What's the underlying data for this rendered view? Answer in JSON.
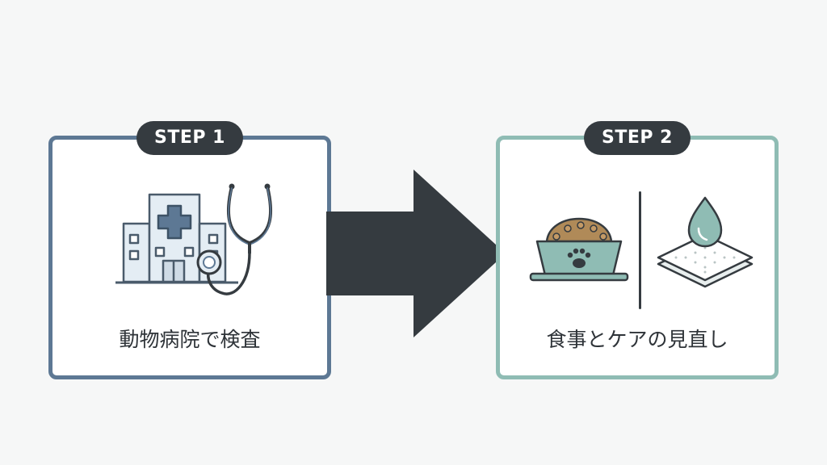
{
  "steps": [
    {
      "badge": "STEP 1",
      "caption": "動物病院で検査",
      "icons": [
        "hospital-icon",
        "stethoscope-icon"
      ],
      "accent": "#5d7894"
    },
    {
      "badge": "STEP 2",
      "caption": "食事とケアの見直し",
      "icons": [
        "pet-food-bowl-icon",
        "pet-sheet-icon"
      ],
      "accent": "#8fbcb4"
    }
  ],
  "colors": {
    "dark": "#353b40",
    "slate_blue": "#5d7894",
    "sage": "#8fbcb4",
    "light_blue": "#e4edf4",
    "light_sage": "#cfe3de"
  }
}
